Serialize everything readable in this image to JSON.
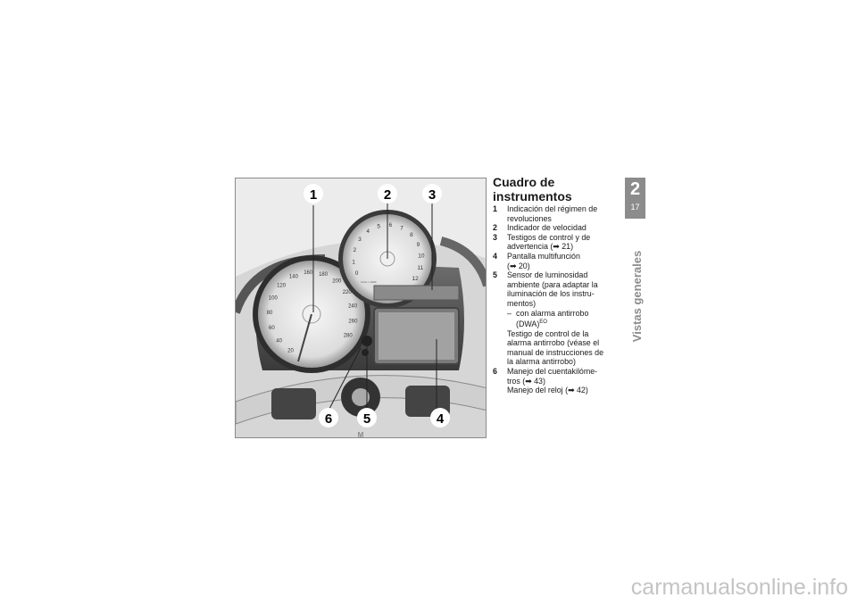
{
  "photo": {
    "callouts": [
      "1",
      "2",
      "3",
      "4",
      "5",
      "6"
    ],
    "speedo_ticks": [
      "20",
      "40",
      "60",
      "80",
      "100",
      "120",
      "140",
      "160",
      "180",
      "200",
      "220",
      "240",
      "260",
      "280"
    ],
    "tacho_ticks": [
      "0",
      "1",
      "2",
      "3",
      "4",
      "5",
      "6",
      "7",
      "8",
      "9",
      "10",
      "11",
      "12"
    ],
    "tacho_small": "1/min × 1000"
  },
  "section": {
    "title_line1": "Cuadro de",
    "title_line2": "instrumentos"
  },
  "items": [
    {
      "num": "1",
      "lines": [
        "Indicación del régimen de",
        "revoluciones"
      ]
    },
    {
      "num": "2",
      "lines": [
        "Indicador de velocidad"
      ]
    },
    {
      "num": "3",
      "lines": [
        "Testigos de control y de",
        "advertencia (➡ 21)"
      ]
    },
    {
      "num": "4",
      "lines": [
        "Pantalla multifunción",
        "(➡ 20)"
      ]
    },
    {
      "num": "5",
      "lines": [
        "Sensor de luminosidad",
        "ambiente (para adaptar la",
        "iluminación de los instru-",
        "mentos)"
      ],
      "sub": [
        "con alarma antirrobo",
        "(DWA)"
      ],
      "sub_sup": "EO",
      "extra": [
        "Testigo de control de la",
        "alarma antirrobo (véase el",
        "manual de instrucciones de",
        "la alarma antirrobo)"
      ]
    },
    {
      "num": "6",
      "lines": [
        "Manejo del cuentakilóme-",
        "tros (➡ 43)",
        "Manejo del reloj (➡ 42)"
      ]
    }
  ],
  "chapter": {
    "number": "2",
    "page": "17",
    "side_title": "Vistas generales"
  },
  "watermark": "carmanualsonline.info"
}
